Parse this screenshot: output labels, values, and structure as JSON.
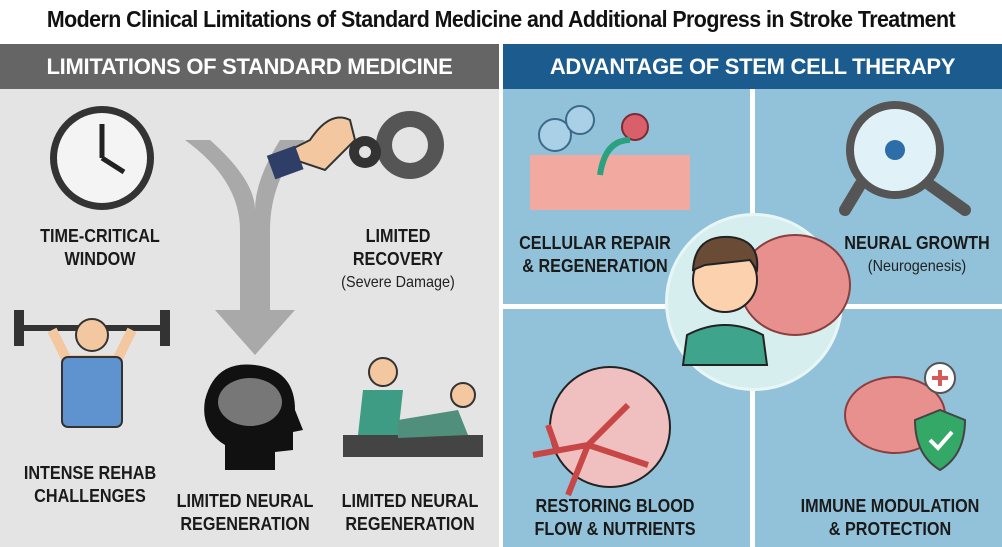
{
  "title": "Modern Clinical Limitations of Standard Medicine and Additional Progress in Stroke Treatment",
  "left": {
    "header": "LIMITATIONS OF STANDARD MEDICINE",
    "items": [
      {
        "label": "TIME-CRITICAL WINDOW",
        "icon": "clock-icon"
      },
      {
        "label": "LIMITED RECOVERY",
        "sub": "(Severe Damage)",
        "icon": "hand-gear-icon"
      },
      {
        "label": "INTENSE REHAB CHALLENGES",
        "icon": "weightlifter-icon"
      },
      {
        "label": "LIMITED NEURAL REGENERATION",
        "icon": "head-brain-icon"
      },
      {
        "label": "LIMITED NEURAL REGENERATION",
        "icon": "physiotherapy-icon"
      }
    ]
  },
  "right": {
    "header": "ADVANTAGE OF STEM CELL THERAPY",
    "items": [
      {
        "label": "CELLULAR REPAIR & REGENERATION",
        "icon": "cells-icon"
      },
      {
        "label": "NEURAL GROWTH",
        "sub": "(Neurogenesis)",
        "icon": "magnifier-neuron-icon"
      },
      {
        "label": "RESTORING BLOOD FLOW & NUTRIENTS",
        "icon": "blood-vessels-icon"
      },
      {
        "label": "IMMUNE MODULATION & PROTECTION",
        "icon": "brain-shield-icon"
      }
    ],
    "center_icon": "person-brain-icon"
  },
  "colors": {
    "left_header": "#656565",
    "right_header": "#1b5b8e",
    "left_bg": "#e4e4e4",
    "right_bg": "#92c2da"
  }
}
